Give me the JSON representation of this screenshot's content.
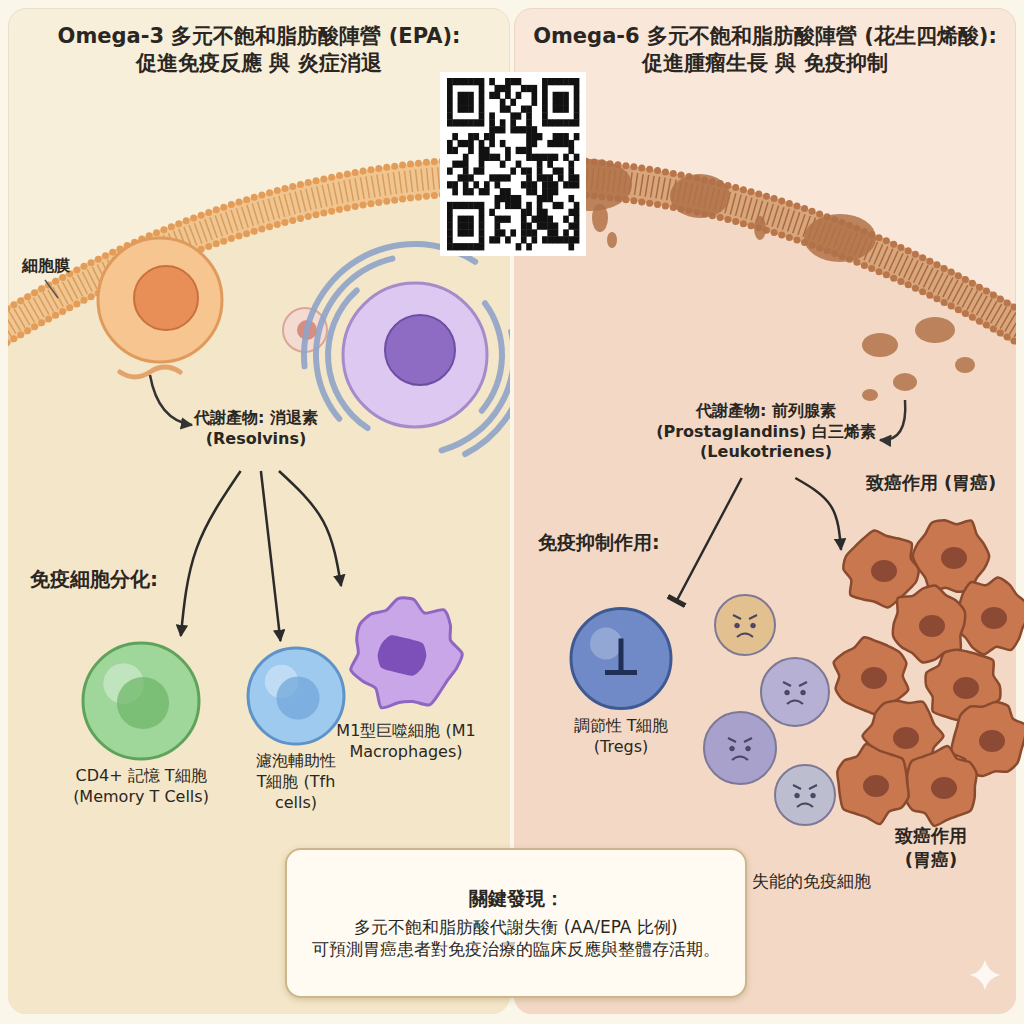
{
  "diagram": {
    "nodes": [
      {
        "text": [
          "Omega-3 多元不飽和脂肪酸陣營 (EPA): 促進免疫反應 與 炎症消退"
        ]
      },
      {
        "text": [
          "代謝產物: 消退素 (Resolvins)"
        ],
        "in": 0
      },
      {
        "text": [
          "CD4+ 記憶 T細胞 (Memory T Cells)"
        ],
        "in": 0
      },
      {
        "text": [
          "濾泡輔助性 T細胞 (Tfh cells)"
        ],
        "in": 0
      },
      {
        "text": [
          "M1型巨噬細胞 (M1 Macrophages)"
        ],
        "in": 0
      },
      {
        "text": [
          "Omega-6 多元不飽和脂肪酸陣營 (花生四烯酸): 促進腫瘤生長 與 免疫抑制"
        ]
      },
      {
        "text": [
          "代謝產物: 前列腺素 (Prostaglandins) 白三烯素 (Leukotrienes)"
        ],
        "in": 5
      },
      {
        "text": [
          "調節性 T細胞 (Tregs)"
        ],
        "in": 5
      },
      {
        "text": [
          "致癌作用 (胃癌)",
          "致癌作用 (胃癌)"
        ],
        "in": 5
      },
      {
        "text": [
          "關鍵發現：",
          "多元不飽和脂肪酸代謝失衡 (AA/EPA 比例) 可預測胃癌患者對免疫治療的臨床反應與整體存活期。"
        ]
      }
    ],
    "edges": [
      {
        "from": 1,
        "to": 2,
        "arrow": "to"
      },
      {
        "from": 1,
        "to": 3,
        "arrow": "to"
      },
      {
        "from": 1,
        "to": 4,
        "arrow": "to"
      },
      {
        "from": 6,
        "to": 7,
        "arrow": "to"
      },
      {
        "from": 6,
        "to": 8,
        "arrow": "to"
      }
    ],
    "labels": [
      "細胞膜",
      "免疫細胞分化:",
      "免疫抑制作用:",
      "失能的免疫細胞"
    ]
  }
}
